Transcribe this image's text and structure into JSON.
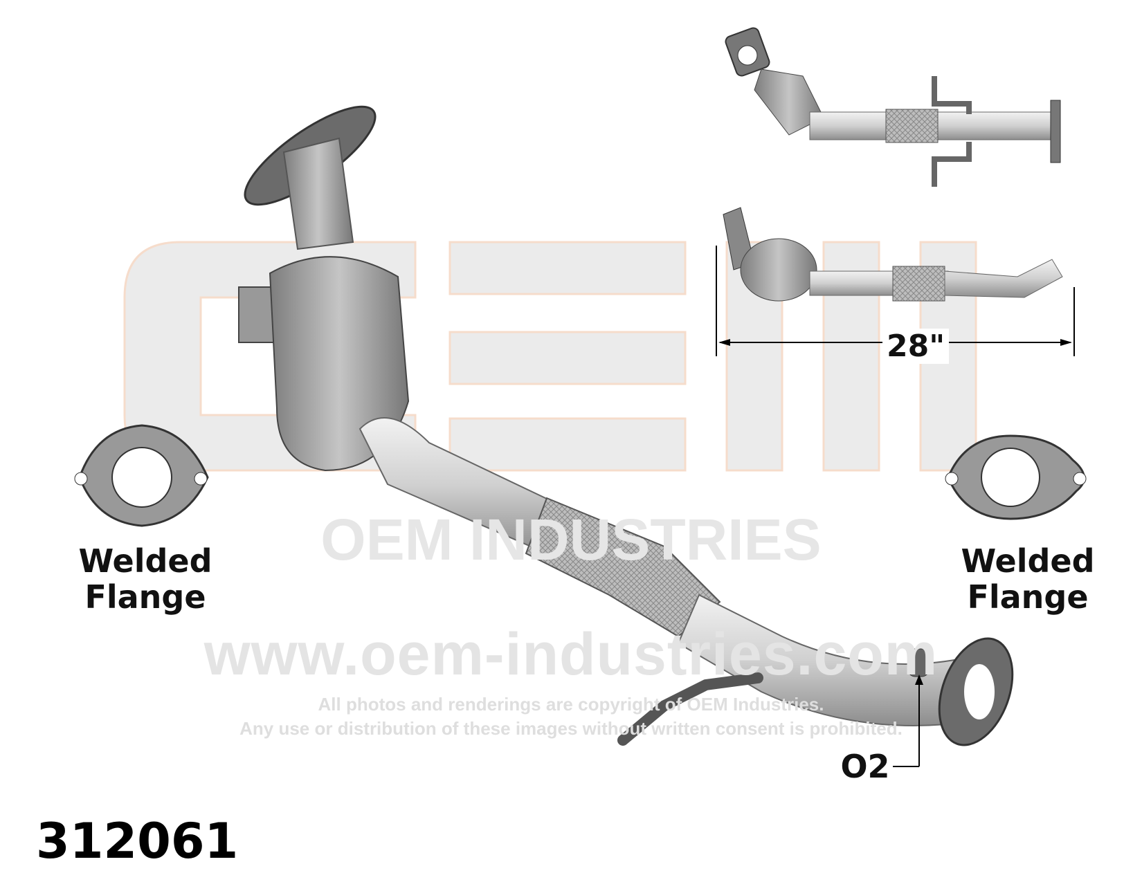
{
  "product": {
    "part_number": "312061",
    "dimension_label": "28\"",
    "left_flange_label": [
      "Welded",
      "Flange"
    ],
    "right_flange_label": [
      "Welded",
      "Flange"
    ],
    "sensor_label": "O2"
  },
  "watermark": {
    "logo_text": "OEM INDUSTRIES",
    "url": "www.oem-industries.com",
    "copyright_line1": "All photos and renderings are copyright of OEM Industries.",
    "copyright_line2": "Any use or distribution of these images without written consent is prohibited."
  },
  "colors": {
    "pipe": "#c9c9c9",
    "converter": "#9a9a9a",
    "flange": "#8a8a8a",
    "watermark": "#e4e4e4",
    "logo_outline": "#f6d9c8"
  }
}
